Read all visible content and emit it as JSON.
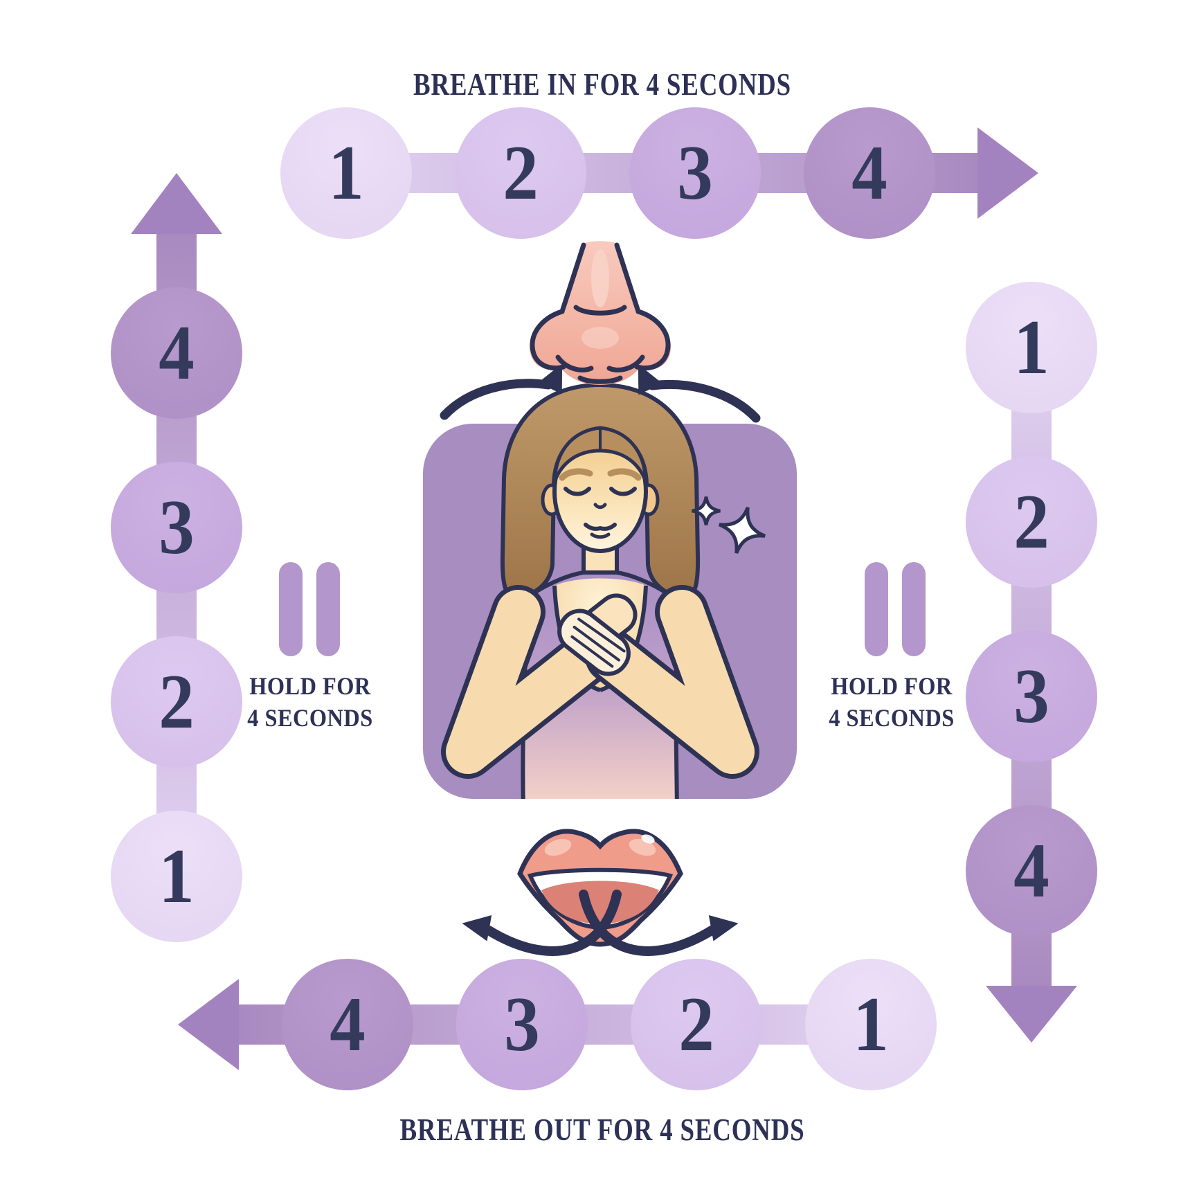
{
  "palette": {
    "background": "#ffffff",
    "ink": "#2e3254",
    "count_shades": [
      "#e4d5f2",
      "#d5bfea",
      "#c3a6dc",
      "#ae8fc5"
    ],
    "band_light": "#e2d2f2",
    "band_dark": "#a98ac0",
    "arrowhead": "#a383bf",
    "pause_bar": "#b396cb",
    "square": "#a78dc0",
    "skin": "#f5d49c",
    "hair": "#b28c5b",
    "nose_lips": "#ef9c8b"
  },
  "phases": {
    "breathe_in": {
      "label": "BREATHE IN FOR 4 SECONDS",
      "direction": "right",
      "counts": [
        "1",
        "2",
        "3",
        "4"
      ]
    },
    "hold_after_in": {
      "label_lines": [
        "HOLD FOR",
        "4 SECONDS"
      ],
      "direction": "down",
      "icon": "pause-icon",
      "counts": [
        "1",
        "2",
        "3",
        "4"
      ]
    },
    "breathe_out": {
      "label": "BREATHE OUT FOR 4 SECONDS",
      "direction": "left",
      "counts": [
        "4",
        "3",
        "2",
        "1"
      ]
    },
    "hold_after_out": {
      "label_lines": [
        "HOLD FOR",
        "4 SECONDS"
      ],
      "direction": "up",
      "icon": "pause-icon",
      "counts": [
        "4",
        "3",
        "2",
        "1"
      ]
    }
  },
  "center": {
    "illustrations": [
      "nose-inhale",
      "meditating-woman",
      "sparkles",
      "lips-exhale"
    ]
  }
}
